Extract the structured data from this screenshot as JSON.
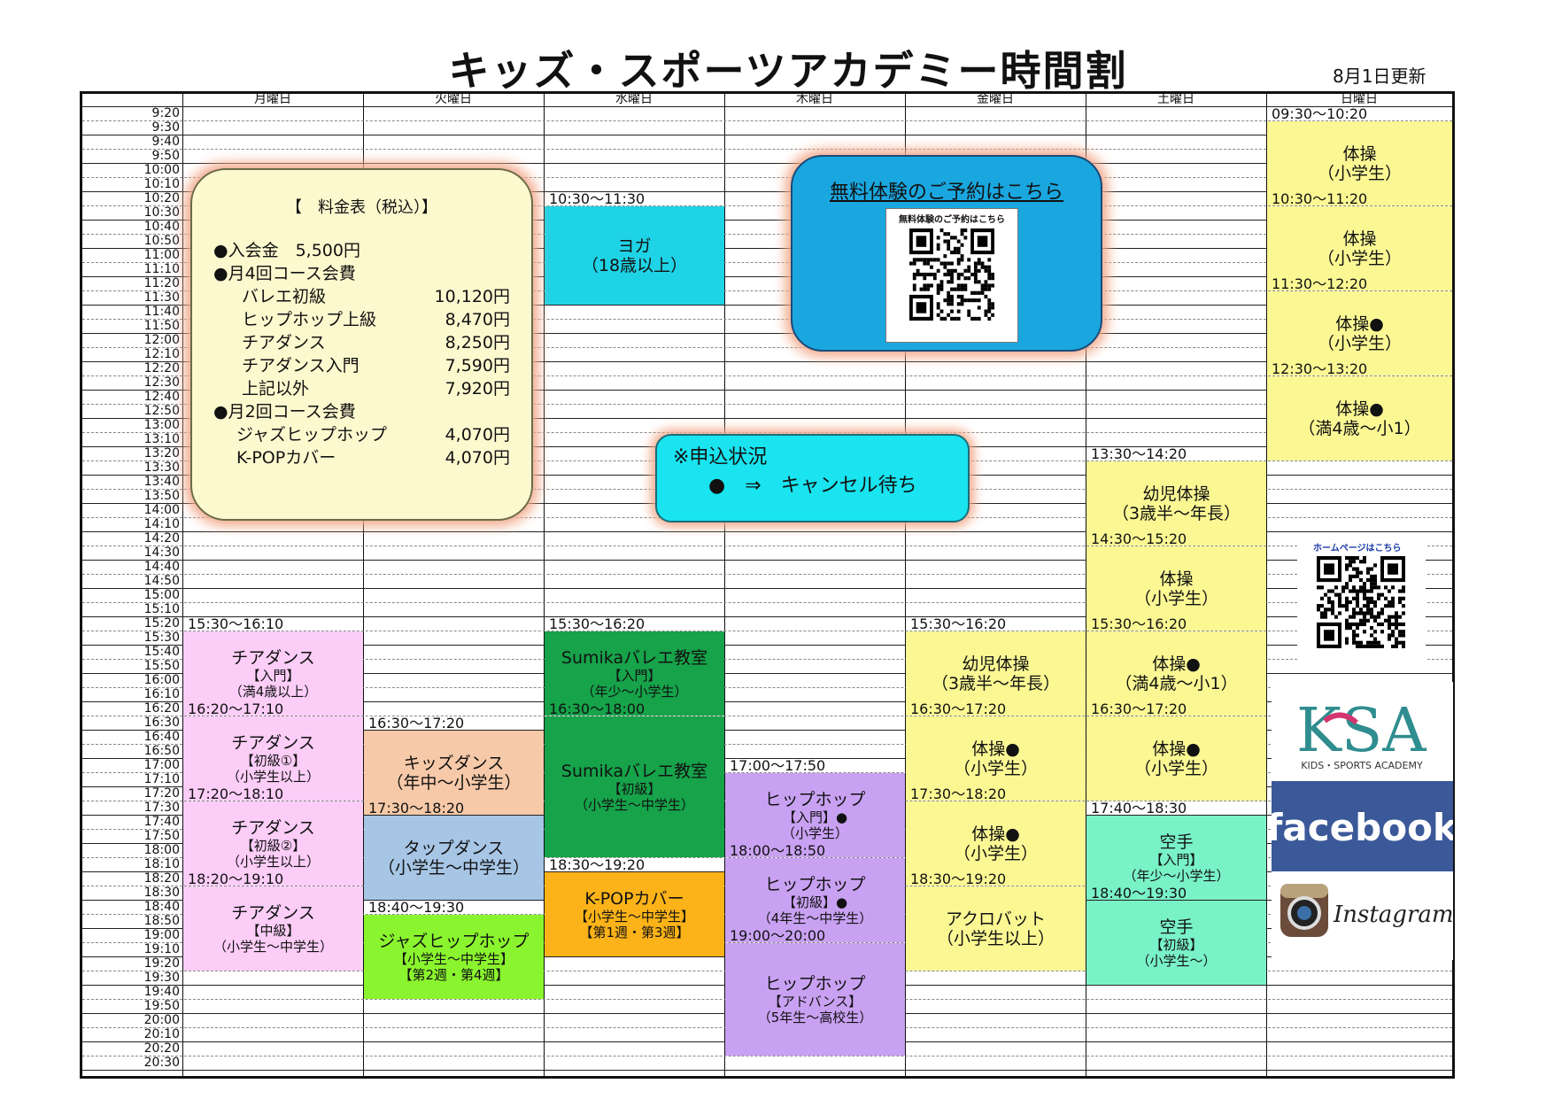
{
  "header": {
    "title": "キッズ・スポーツアカデミー時間割",
    "updated": "8月1日更新"
  },
  "days": [
    "月曜日",
    "火曜日",
    "水曜日",
    "木曜日",
    "金曜日",
    "土曜日",
    "日曜日"
  ],
  "times": [
    "9:20",
    "9:30",
    "9:40",
    "9:50",
    "10:00",
    "10:10",
    "10:20",
    "10:30",
    "10:40",
    "10:50",
    "11:00",
    "11:10",
    "11:20",
    "11:30",
    "11:40",
    "11:50",
    "12:00",
    "12:10",
    "12:20",
    "12:30",
    "12:40",
    "12:50",
    "13:00",
    "13:10",
    "13:20",
    "13:30",
    "13:40",
    "13:50",
    "14:00",
    "14:10",
    "14:20",
    "14:30",
    "14:40",
    "14:50",
    "15:00",
    "15:10",
    "15:20",
    "15:30",
    "15:40",
    "15:50",
    "16:00",
    "16:10",
    "16:20",
    "16:30",
    "16:40",
    "16:50",
    "17:00",
    "17:10",
    "17:20",
    "17:30",
    "17:40",
    "17:50",
    "18:00",
    "18:10",
    "18:20",
    "18:30",
    "18:40",
    "18:50",
    "19:00",
    "19:10",
    "19:20",
    "19:30",
    "19:40",
    "19:50",
    "20:00",
    "20:10",
    "20:20",
    "20:30"
  ],
  "colors": {
    "pink": "#fbcdf7",
    "teal": "#1fd3e6",
    "green": "#16a34a",
    "peach": "#f6c9a8",
    "blue": "#a7c6e6",
    "lime": "#8af52e",
    "orange": "#fbb319",
    "purple": "#c9a1f2",
    "yellow": "#fbf894",
    "mint": "#7af2c8"
  },
  "classes": [
    {
      "day": 0,
      "start": 37,
      "end": 42,
      "time": "15:30～16:10",
      "color": "pink",
      "lines": [
        "チアダンス",
        "【入門】",
        "（満4歳以上）"
      ]
    },
    {
      "day": 0,
      "start": 43,
      "end": 48,
      "time": "16:20～17:10",
      "color": "pink",
      "lines": [
        "チアダンス",
        "【初級①】",
        "（小学生以上）"
      ]
    },
    {
      "day": 0,
      "start": 49,
      "end": 54,
      "time": "17:20～18:10",
      "color": "pink",
      "lines": [
        "チアダンス",
        "【初級②】",
        "（小学生以上）"
      ]
    },
    {
      "day": 0,
      "start": 55,
      "end": 60,
      "time": "18:20～19:10",
      "color": "pink",
      "lines": [
        "チアダンス",
        "【中級】",
        "（小学生～中学生）"
      ]
    },
    {
      "day": 1,
      "start": 44,
      "end": 49,
      "time": "16:30～17:20",
      "color": "peach",
      "lines": [
        "キッズダンス",
        "（年中～小学生）"
      ]
    },
    {
      "day": 1,
      "start": 50,
      "end": 55,
      "time": "17:30～18:20",
      "color": "blue",
      "lines": [
        "タップダンス",
        "（小学生～中学生）"
      ]
    },
    {
      "day": 1,
      "start": 57,
      "end": 62,
      "time": "18:40～19:30",
      "color": "lime",
      "lines": [
        "ジャズヒップホップ",
        "【小学生～中学生】",
        "【第2週・第4週】"
      ]
    },
    {
      "day": 2,
      "start": 7,
      "end": 13,
      "time": "10:30～11:30",
      "color": "teal",
      "lines": [
        "ヨガ",
        "（18歳以上）"
      ]
    },
    {
      "day": 2,
      "start": 37,
      "end": 42,
      "time": "15:30～16:20",
      "color": "green",
      "lines": [
        "Sumikaバレエ教室",
        "【入門】",
        "（年少～小学生）"
      ]
    },
    {
      "day": 2,
      "start": 43,
      "end": 52,
      "time": "16:30～18:00",
      "color": "green",
      "lines": [
        "Sumikaバレエ教室",
        "【初級】",
        "（小学生～中学生）"
      ]
    },
    {
      "day": 2,
      "start": 54,
      "end": 59,
      "time": "18:30～19:20",
      "color": "orange",
      "lines": [
        "K-POPカバー",
        "【小学生～中学生】",
        "【第1週・第3週】"
      ]
    },
    {
      "day": 3,
      "start": 47,
      "end": 52,
      "time": "17:00～17:50",
      "color": "purple",
      "lines": [
        "ヒップホップ",
        "【入門】●",
        "（小学生）"
      ]
    },
    {
      "day": 3,
      "start": 53,
      "end": 58,
      "time": "18:00～18:50",
      "color": "purple",
      "lines": [
        "ヒップホップ",
        "【初級】●",
        "（4年生～中学生）"
      ]
    },
    {
      "day": 3,
      "start": 59,
      "end": 66,
      "time": "19:00～20:00",
      "color": "purple",
      "lines": [
        "ヒップホップ",
        "【アドバンス】",
        "（5年生～高校生）"
      ]
    },
    {
      "day": 4,
      "start": 37,
      "end": 42,
      "time": "15:30～16:20",
      "color": "yellow",
      "lines": [
        "幼児体操",
        "（3歳半～年長）"
      ]
    },
    {
      "day": 4,
      "start": 43,
      "end": 48,
      "time": "16:30～17:20",
      "color": "yellow",
      "lines": [
        "体操●",
        "（小学生）"
      ]
    },
    {
      "day": 4,
      "start": 49,
      "end": 54,
      "time": "17:30～18:20",
      "color": "yellow",
      "lines": [
        "体操●",
        "（小学生）"
      ]
    },
    {
      "day": 4,
      "start": 55,
      "end": 60,
      "time": "18:30～19:20",
      "color": "yellow",
      "lines": [
        "アクロバット",
        "（小学生以上）"
      ]
    },
    {
      "day": 5,
      "start": 25,
      "end": 30,
      "time": "13:30～14:20",
      "color": "yellow",
      "lines": [
        "幼児体操",
        "（3歳半～年長）"
      ]
    },
    {
      "day": 5,
      "start": 31,
      "end": 36,
      "time": "14:30～15:20",
      "color": "yellow",
      "lines": [
        "体操",
        "（小学生）"
      ]
    },
    {
      "day": 5,
      "start": 37,
      "end": 42,
      "time": "15:30～16:20",
      "color": "yellow",
      "lines": [
        "体操●",
        "（満4歳～小1）"
      ]
    },
    {
      "day": 5,
      "start": 43,
      "end": 48,
      "time": "16:30～17:20",
      "color": "yellow",
      "lines": [
        "体操●",
        "（小学生）"
      ]
    },
    {
      "day": 5,
      "start": 50,
      "end": 55,
      "time": "17:40～18:30",
      "color": "mint",
      "lines": [
        "空手",
        "【入門】",
        "（年少～小学生）"
      ]
    },
    {
      "day": 5,
      "start": 56,
      "end": 61,
      "time": "18:40～19:30",
      "color": "mint",
      "lines": [
        "空手",
        "【初級】",
        "（小学生～）"
      ]
    },
    {
      "day": 6,
      "start": 1,
      "end": 6,
      "time": "09:30～10:20",
      "color": "yellow",
      "lines": [
        "体操",
        "（小学生）"
      ]
    },
    {
      "day": 6,
      "start": 7,
      "end": 12,
      "time": "10:30～11:20",
      "color": "yellow",
      "lines": [
        "体操",
        "（小学生）"
      ]
    },
    {
      "day": 6,
      "start": 13,
      "end": 18,
      "time": "11:30～12:20",
      "color": "yellow",
      "lines": [
        "体操●",
        "（小学生）"
      ]
    },
    {
      "day": 6,
      "start": 19,
      "end": 24,
      "time": "12:30～13:20",
      "color": "yellow",
      "lines": [
        "体操●",
        "（満4歳～小1）"
      ]
    }
  ],
  "price_table": {
    "heading": "【　料金表（税込）】",
    "entry_fee_label": "●入会金　5,500円",
    "monthly4_label": "●月4回コース会費",
    "monthly4": [
      {
        "name": "バレエ初級",
        "price": "10,120円"
      },
      {
        "name": "ヒップホップ上級",
        "price": "8,470円"
      },
      {
        "name": "チアダンス",
        "price": "8,250円"
      },
      {
        "name": "チアダンス入門",
        "price": "7,590円"
      },
      {
        "name": "上記以外",
        "price": "7,920円"
      }
    ],
    "monthly2_label": "●月2回コース会費",
    "monthly2": [
      {
        "name": "ジャズヒップホップ",
        "price": "4,070円"
      },
      {
        "name": "K-POPカバー",
        "price": "4,070円"
      }
    ]
  },
  "trial": {
    "heading": "無料体験のご予約はこちら",
    "qr_caption": "無料体験のご予約はこちら"
  },
  "status": {
    "line1": "※申込状況",
    "line2": "●　⇒　キャンセル待ち"
  },
  "homepage_qr": {
    "caption": "ホームページはこちら"
  },
  "logos": {
    "ksa_text": "KSA",
    "ksa_sub": "KIDS・SPORTS ACADEMY",
    "facebook": "facebook",
    "instagram": "Instagram"
  }
}
